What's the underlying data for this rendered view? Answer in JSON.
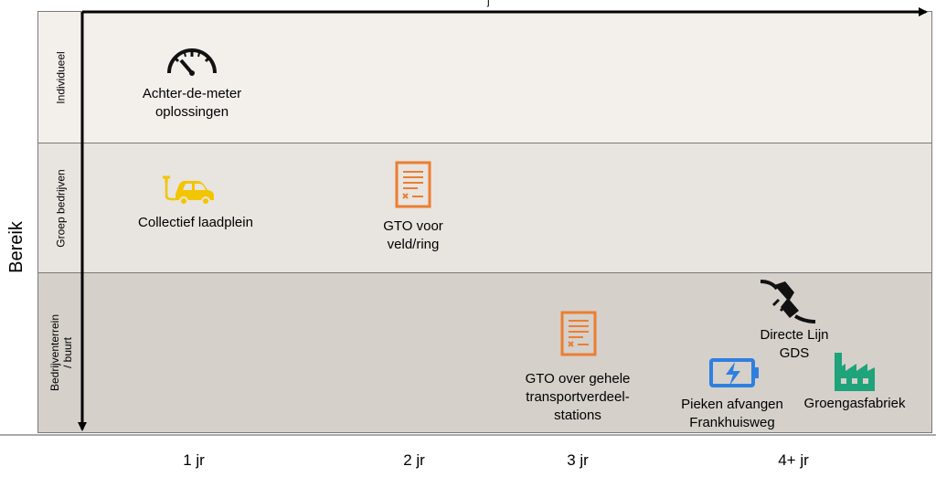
{
  "y_axis": {
    "title": "Bereik"
  },
  "top_axis_fragment": "j",
  "rows": [
    {
      "label": "Individueel"
    },
    {
      "label": "Groep bedrijven"
    },
    {
      "label_line1": "Bedrijventerrein",
      "label_line2": "/ buurt"
    }
  ],
  "x_axis": {
    "ticks": [
      "1 jr",
      "2 jr",
      "3 jr",
      "4+ jr"
    ]
  },
  "items": {
    "achter_de_meter": {
      "line1": "Achter-de-meter",
      "line2": "oplossingen",
      "icon": "gauge-icon"
    },
    "laadplein": {
      "line1": "Collectief laadplein",
      "icon": "ev-charging-car-icon"
    },
    "gto_veld": {
      "line1": "GTO voor",
      "line2": "veld/ring",
      "icon": "document-icon"
    },
    "gto_gehele": {
      "line1": "GTO over gehele",
      "line2": "transportverdeel-",
      "line3": "stations",
      "icon": "document-icon"
    },
    "directe_lijn": {
      "line1": "Directe Lijn",
      "line2": "GDS",
      "icon": "plug-icon"
    },
    "pieken": {
      "line1": "Pieken afvangen",
      "line2": "Frankhuisweg",
      "icon": "battery-charging-icon"
    },
    "groengas": {
      "line1": "Groengasfabriek",
      "icon": "factory-icon"
    }
  },
  "colors": {
    "orange": "#ed7d31",
    "yellow": "#f2c500",
    "blue": "#2f7fe0",
    "green": "#1ea37a",
    "black": "#111111"
  }
}
